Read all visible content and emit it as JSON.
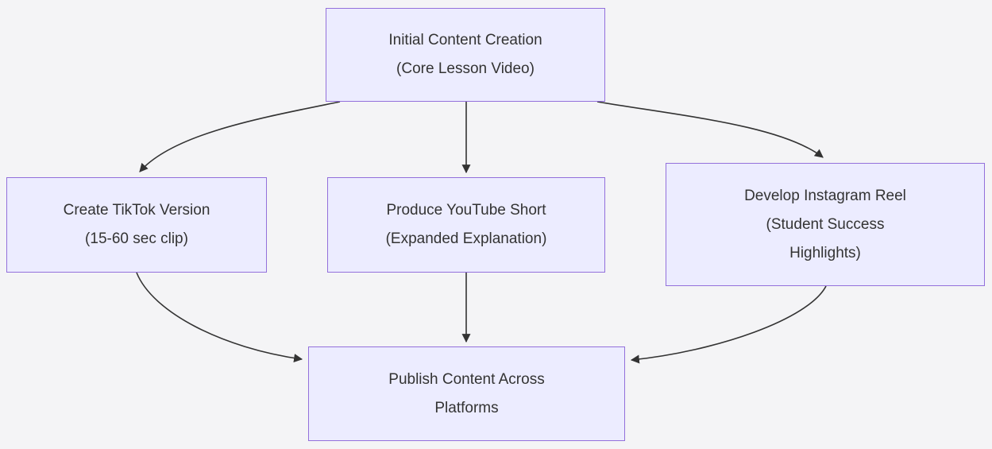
{
  "diagram": {
    "type": "flowchart",
    "colors": {
      "background": "#f4f4f6",
      "node_fill": "#ECECFF",
      "node_border": "#9370DB",
      "edge": "#333333",
      "text": "#333333"
    },
    "nodes": {
      "root": {
        "line1": "Initial Content Creation",
        "line2": "(Core Lesson Video)"
      },
      "tiktok": {
        "line1": "Create TikTok Version",
        "line2": "(15-60 sec clip)"
      },
      "youtube": {
        "line1": "Produce YouTube Short",
        "line2": "(Expanded Explanation)"
      },
      "instagram": {
        "line1": "Develop Instagram Reel",
        "line2": "(Student Success",
        "line3": "Highlights)"
      },
      "publish": {
        "line1": "Publish Content Across",
        "line2": "Platforms"
      }
    },
    "edges": [
      {
        "from": "root",
        "to": "tiktok"
      },
      {
        "from": "root",
        "to": "youtube"
      },
      {
        "from": "root",
        "to": "instagram"
      },
      {
        "from": "tiktok",
        "to": "publish"
      },
      {
        "from": "youtube",
        "to": "publish"
      },
      {
        "from": "instagram",
        "to": "publish"
      }
    ]
  }
}
